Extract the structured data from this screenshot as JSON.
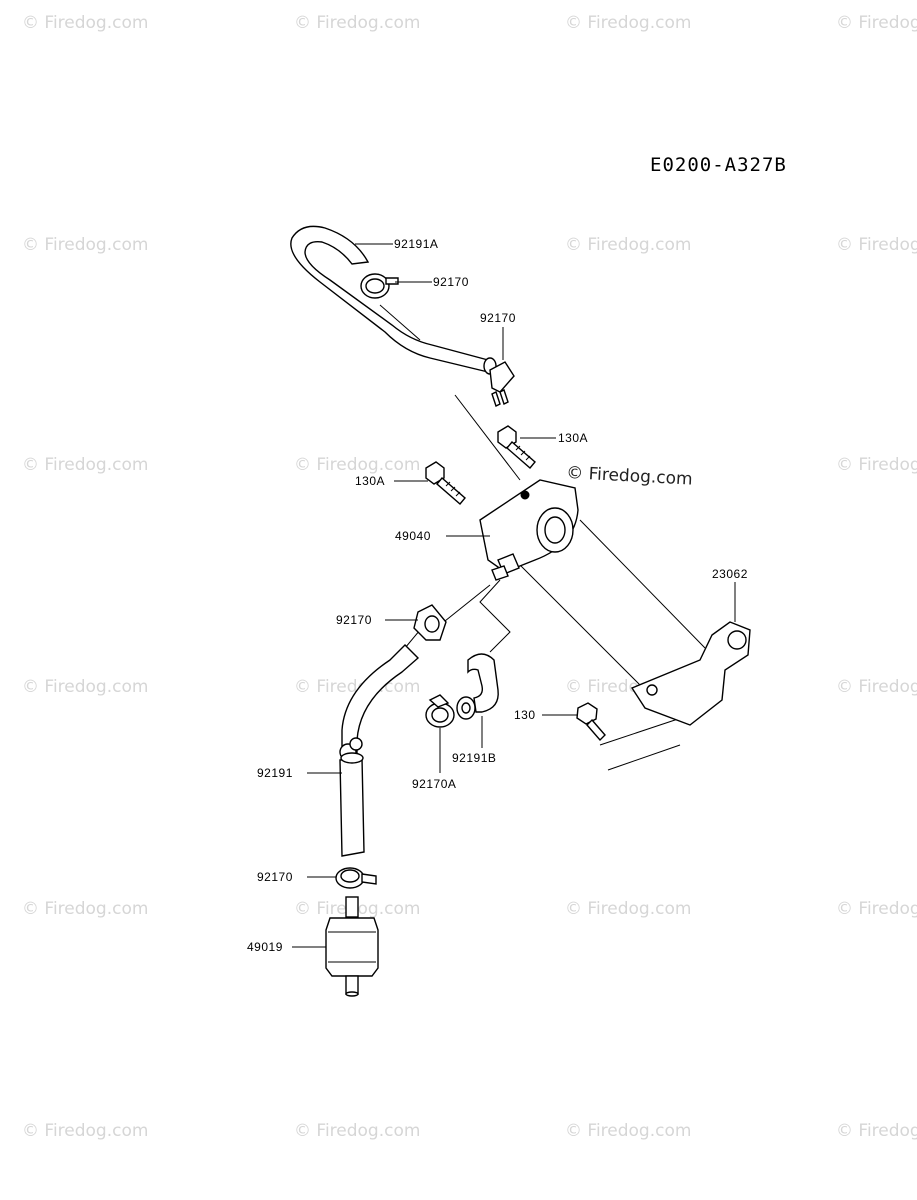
{
  "diagram_code": "E0200-A327B",
  "watermark": {
    "text": "© Firedog.com",
    "center_text": "© Firedog.com"
  },
  "callouts": [
    {
      "id": "c1",
      "text": "92191A"
    },
    {
      "id": "c2",
      "text": "92170"
    },
    {
      "id": "c3",
      "text": "92170"
    },
    {
      "id": "c4",
      "text": "130A"
    },
    {
      "id": "c5",
      "text": "130A"
    },
    {
      "id": "c6",
      "text": "49040"
    },
    {
      "id": "c7",
      "text": "23062"
    },
    {
      "id": "c8",
      "text": "92170"
    },
    {
      "id": "c9",
      "text": "130"
    },
    {
      "id": "c10",
      "text": "92191B"
    },
    {
      "id": "c11",
      "text": "92170A"
    },
    {
      "id": "c12",
      "text": "92191"
    },
    {
      "id": "c13",
      "text": "92170"
    },
    {
      "id": "c14",
      "text": "49019"
    }
  ]
}
